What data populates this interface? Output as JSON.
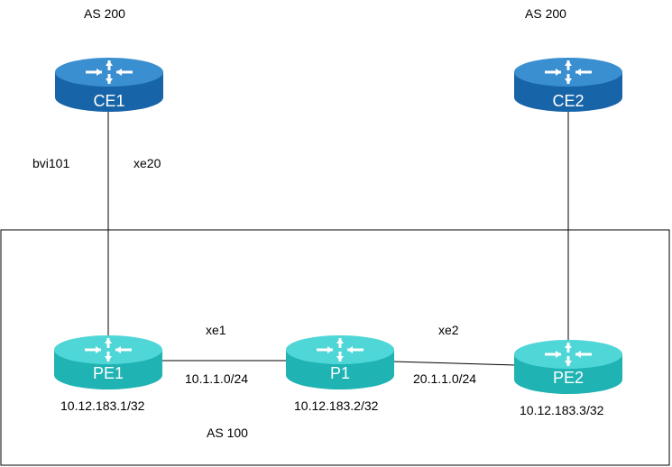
{
  "as_labels": {
    "as_top_left": "AS 200",
    "as_top_right": "AS 200",
    "as_bottom": "AS 100"
  },
  "routers": {
    "ce1": {
      "name": "CE1",
      "style": "blue"
    },
    "ce2": {
      "name": "CE2",
      "style": "blue"
    },
    "pe1": {
      "name": "PE1",
      "style": "cyan",
      "loopback": "10.12.183.1/32"
    },
    "p1": {
      "name": "P1",
      "style": "cyan",
      "loopback": "10.12.183.2/32"
    },
    "pe2": {
      "name": "PE2",
      "style": "cyan",
      "loopback": "10.12.183.3/32"
    }
  },
  "interfaces": {
    "ce1_bvi": "bvi101",
    "ce1_xe": "xe20",
    "pe1_p1": "xe1",
    "p1_pe2": "xe2"
  },
  "links": {
    "pe1_p1_subnet": "10.1.1.0/24",
    "p1_pe2_subnet": "20.1.1.0/24"
  },
  "colors": {
    "blue_top": "#3a8fd0",
    "blue_side": "#1764a8",
    "cyan_top": "#4fd6d6",
    "cyan_side": "#1fb3b3",
    "arrow": "#ffffff"
  }
}
